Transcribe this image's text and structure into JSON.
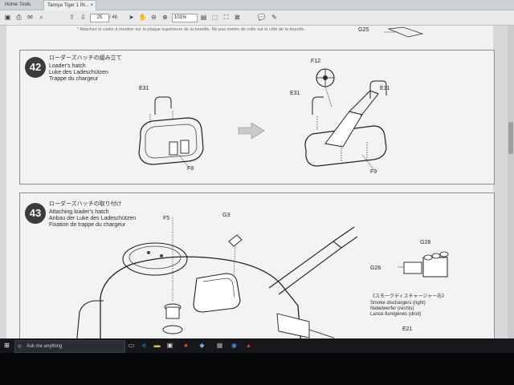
{
  "tabs": {
    "home": "Home",
    "tools": "Tools",
    "document": "Tamiya Tiger 1 IN...",
    "close": "×"
  },
  "toolbar": {
    "page_current": "25",
    "page_total": "/ 48",
    "zoom": "101%",
    "icons": [
      "save-icon",
      "print-icon",
      "mail-icon",
      "search-icon",
      "upload-icon",
      "download-icon",
      "page-up-icon",
      "page-down-icon",
      "pointer-icon",
      "hand-icon",
      "zoom-out-icon",
      "zoom-in-icon",
      "fit-page-icon",
      "fit-width-icon",
      "full-screen-icon",
      "rotate-icon",
      "comment-icon",
      "sign-icon"
    ]
  },
  "document": {
    "top_note": "* Attachez le cadre à montrer sur la plaque supérieure de la tourelle. Ne pas mettre de colle sur le côté de la tourelle.",
    "top_label": "G25",
    "step42": {
      "number": "42",
      "title_jp": "ローダーズハッチの組み立て",
      "title_en": "Loader's hatch",
      "title_de": "Luke des Ladeschützen",
      "title_fr": "Trappe du chargeur",
      "labels": {
        "e31_left": "E31",
        "f8": "F8",
        "f12": "F12",
        "e31_right1": "E31",
        "e31_right2": "E31",
        "f9": "F9"
      }
    },
    "step43": {
      "number": "43",
      "title_jp": "ローダーズハッチの取り付け",
      "title_en": "Attaching loader's hatch",
      "title_de": "Anbau der Luke des Ladeschützen",
      "title_fr": "Fixation de trappe du chargeur",
      "labels": {
        "f5": "F5",
        "g3": "G3",
        "g28": "G28",
        "g26": "G26",
        "e21": "E21"
      },
      "smoke_jp": "《スモークディスチャージャー右》",
      "smoke_en": "Smoke dischargers (right)",
      "smoke_de": "Nebelwerfer (rechts)",
      "smoke_fr": "Lance-fumigènes (droit)"
    }
  },
  "taskbar": {
    "search_placeholder": "Ask me anything"
  }
}
